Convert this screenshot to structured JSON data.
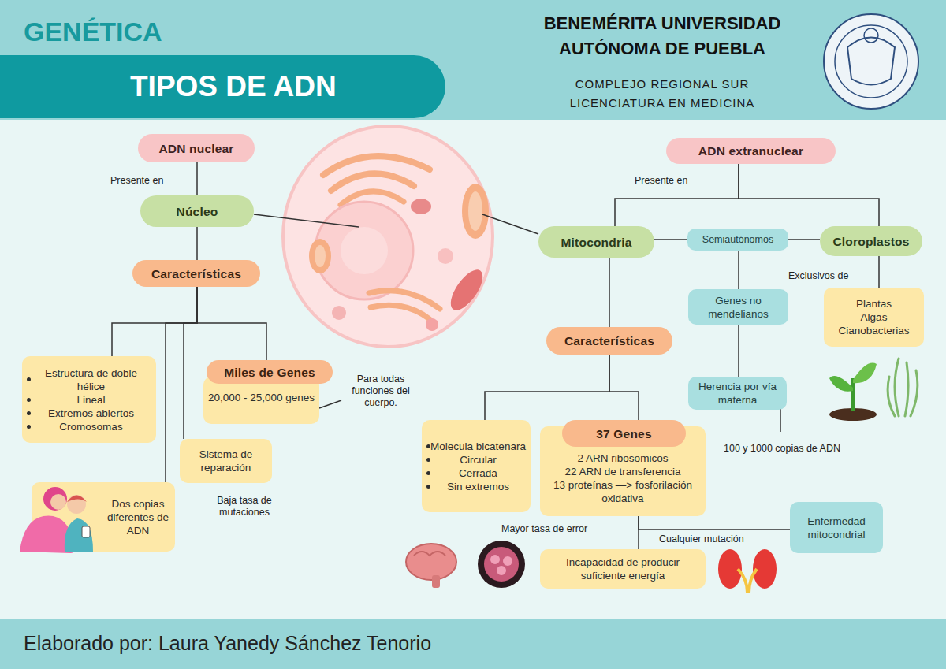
{
  "diagram": {
    "title": "TIPOS DE ADN",
    "caption": "Elaborado por: Laura Yanedy Sánchez Tenorio",
    "nodes": [
      {
        "text": [
          "ADN nuclear"
        ]
      },
      {
        "text": [
          "Núcleo"
        ]
      },
      {
        "text": [
          "Características"
        ]
      },
      {
        "text": [
          "Estructura de doble hélice",
          "Lineal",
          "Extremos abiertos",
          "Cromosomas"
        ]
      },
      {
        "text": [
          "Miles de Genes",
          "20,000 - 25,000 genes"
        ]
      },
      {
        "text": [
          "Sistema de reparación"
        ]
      },
      {
        "text": [
          "Dos copias diferentes de ADN"
        ]
      },
      {
        "text": [
          "ADN extranuclear"
        ]
      },
      {
        "text": [
          "Mitocondria"
        ]
      },
      {
        "text": [
          "Semiautónomos"
        ]
      },
      {
        "text": [
          "Cloroplastos"
        ]
      },
      {
        "text": [
          "Características"
        ]
      },
      {
        "text": [
          "Molecula bicatenara",
          "Circular",
          "Cerrada",
          "Sin extremos"
        ]
      },
      {
        "text": [
          "37 Genes",
          "2 ARN ribosomicos",
          "22 ARN de transferencia",
          "13 proteínas —> fosforilación oxidativa"
        ]
      },
      {
        "text": [
          "Genes no mendelianos"
        ]
      },
      {
        "text": [
          "Herencia por vía materna"
        ]
      },
      {
        "text": [
          "Plantas",
          "Algas",
          "Cianobacterias"
        ]
      },
      {
        "text": [
          "Incapacidad de producir suficiente energía"
        ]
      },
      {
        "text": [
          "Enfermedad mitocondrial"
        ]
      }
    ],
    "edges": [
      {
        "from": 0,
        "to": 1,
        "arrow": "none",
        "label": "Presente en"
      },
      {
        "from": 1,
        "to": 2,
        "arrow": "none"
      },
      {
        "from": 2,
        "to": 3,
        "arrow": "none"
      },
      {
        "from": 2,
        "to": 4,
        "arrow": "none"
      },
      {
        "from": 2,
        "to": 5,
        "arrow": "none"
      },
      {
        "from": 2,
        "to": 6,
        "arrow": "none"
      },
      {
        "from": 7,
        "to": 8,
        "arrow": "none",
        "label": "Presente en"
      },
      {
        "from": 7,
        "to": 10,
        "arrow": "none"
      },
      {
        "from": 9,
        "to": 8,
        "arrow": "none"
      },
      {
        "from": 9,
        "to": 10,
        "arrow": "none"
      },
      {
        "from": 9,
        "to": 14,
        "arrow": "none"
      },
      {
        "from": 14,
        "to": 15,
        "arrow": "none"
      },
      {
        "from": 10,
        "to": 16,
        "arrow": "none",
        "label": "Exclusivos de"
      },
      {
        "from": 8,
        "to": 11,
        "arrow": "none"
      },
      {
        "from": 11,
        "to": 12,
        "arrow": "none"
      },
      {
        "from": 11,
        "to": 13,
        "arrow": "none"
      },
      {
        "from": 13,
        "to": 17,
        "arrow": "none",
        "label": "Mayor tasa de error"
      },
      {
        "from": 13,
        "to": 18,
        "arrow": "none",
        "label": "Cualquier mutación"
      }
    ],
    "labels": [
      "GENÉTICA",
      "BENEMÉRITA UNIVERSIDAD AUTÓNOMA DE PUEBLA",
      "COMPLEJO REGIONAL SUR LICENCIATURA EN MEDICINA",
      "Para todas funciones del cuerpo.",
      "Baja tasa de mutaciones",
      "100 y 1000 copias de ADN"
    ]
  }
}
